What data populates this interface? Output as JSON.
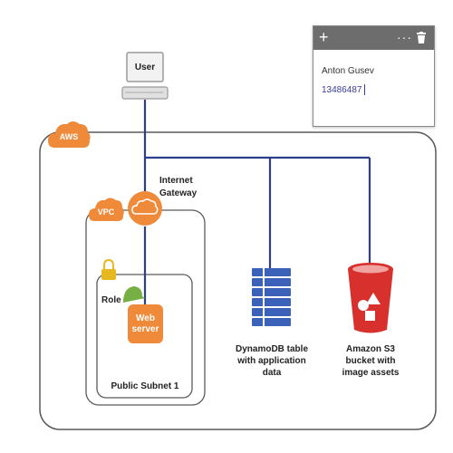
{
  "diagram": {
    "user_label": "User",
    "aws_label": "AWS",
    "vpc_label": "VPC",
    "gateway_label_line1": "Internet",
    "gateway_label_line2": "Gateway",
    "role_label": "Role",
    "web_server_line1": "Web",
    "web_server_line2": "server",
    "subnet_label": "Public Subnet 1",
    "dynamodb_line1": "DynamoDB table",
    "dynamodb_line2": "with application",
    "dynamodb_line3": "data",
    "s3_line1": "Amazon S3",
    "s3_line2": "bucket with",
    "s3_line3": "image assets"
  },
  "note": {
    "name": "Anton Gusev",
    "id_value": "13486487"
  },
  "colors": {
    "aws_orange": "#ee8a3a",
    "line_blue": "#2d3f8c",
    "dynamo_blue": "#3b62b8",
    "s3_red": "#d8302c",
    "role_green": "#76b043",
    "lock_yellow": "#e8b820",
    "note_bar": "#6d6d6d"
  },
  "icons": [
    "plus-icon",
    "more-icon",
    "trash-icon",
    "computer-icon",
    "cloud-icon",
    "lock-icon",
    "role-icon",
    "table-icon",
    "bucket-icon"
  ]
}
